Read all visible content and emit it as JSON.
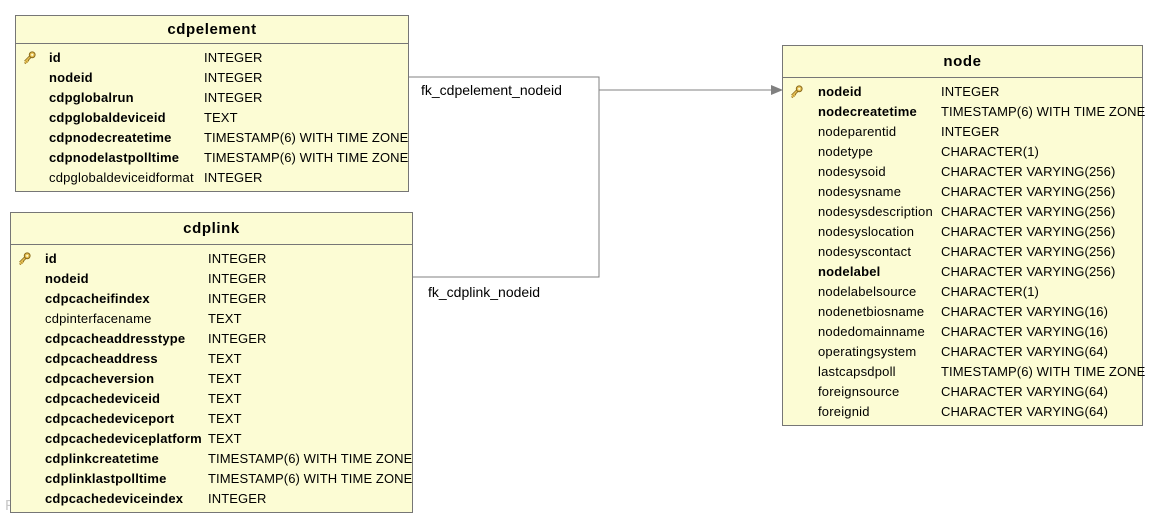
{
  "diagram": {
    "watermark": "Powered by yFiles",
    "colors": {
      "table_fill": "#fcfcd4",
      "table_border": "#767676",
      "edge_line": "#808080",
      "key_gold": "#e6c054"
    },
    "relationships": [
      {
        "label": "fk_cdpelement_nodeid",
        "from_table": "cdpelement",
        "to_table": "node"
      },
      {
        "label": "fk_cdplink_nodeid",
        "from_table": "cdplink",
        "to_table": "node"
      }
    ]
  },
  "tables": {
    "cdpelement": {
      "title": "cdpelement",
      "columns": [
        {
          "name": "id",
          "type": "INTEGER",
          "key": true,
          "required": true
        },
        {
          "name": "nodeid",
          "type": "INTEGER",
          "key": false,
          "required": true
        },
        {
          "name": "cdpglobalrun",
          "type": "INTEGER",
          "key": false,
          "required": true
        },
        {
          "name": "cdpglobaldeviceid",
          "type": "TEXT",
          "key": false,
          "required": true
        },
        {
          "name": "cdpnodecreatetime",
          "type": "TIMESTAMP(6) WITH TIME ZONE",
          "key": false,
          "required": true
        },
        {
          "name": "cdpnodelastpolltime",
          "type": "TIMESTAMP(6) WITH TIME ZONE",
          "key": false,
          "required": true
        },
        {
          "name": "cdpglobaldeviceidformat",
          "type": "INTEGER",
          "key": false,
          "required": false
        }
      ]
    },
    "cdplink": {
      "title": "cdplink",
      "columns": [
        {
          "name": "id",
          "type": "INTEGER",
          "key": true,
          "required": true
        },
        {
          "name": "nodeid",
          "type": "INTEGER",
          "key": false,
          "required": true
        },
        {
          "name": "cdpcacheifindex",
          "type": "INTEGER",
          "key": false,
          "required": true
        },
        {
          "name": "cdpinterfacename",
          "type": "TEXT",
          "key": false,
          "required": false
        },
        {
          "name": "cdpcacheaddresstype",
          "type": "INTEGER",
          "key": false,
          "required": true
        },
        {
          "name": "cdpcacheaddress",
          "type": "TEXT",
          "key": false,
          "required": true
        },
        {
          "name": "cdpcacheversion",
          "type": "TEXT",
          "key": false,
          "required": true
        },
        {
          "name": "cdpcachedeviceid",
          "type": "TEXT",
          "key": false,
          "required": true
        },
        {
          "name": "cdpcachedeviceport",
          "type": "TEXT",
          "key": false,
          "required": true
        },
        {
          "name": "cdpcachedeviceplatform",
          "type": "TEXT",
          "key": false,
          "required": true
        },
        {
          "name": "cdplinkcreatetime",
          "type": "TIMESTAMP(6) WITH TIME ZONE",
          "key": false,
          "required": true
        },
        {
          "name": "cdplinklastpolltime",
          "type": "TIMESTAMP(6) WITH TIME ZONE",
          "key": false,
          "required": true
        },
        {
          "name": "cdpcachedeviceindex",
          "type": "INTEGER",
          "key": false,
          "required": true
        }
      ]
    },
    "node": {
      "title": "node",
      "columns": [
        {
          "name": "nodeid",
          "type": "INTEGER",
          "key": true,
          "required": true
        },
        {
          "name": "nodecreatetime",
          "type": "TIMESTAMP(6) WITH TIME ZONE",
          "key": false,
          "required": true
        },
        {
          "name": "nodeparentid",
          "type": "INTEGER",
          "key": false,
          "required": false
        },
        {
          "name": "nodetype",
          "type": "CHARACTER(1)",
          "key": false,
          "required": false
        },
        {
          "name": "nodesysoid",
          "type": "CHARACTER VARYING(256)",
          "key": false,
          "required": false
        },
        {
          "name": "nodesysname",
          "type": "CHARACTER VARYING(256)",
          "key": false,
          "required": false
        },
        {
          "name": "nodesysdescription",
          "type": "CHARACTER VARYING(256)",
          "key": false,
          "required": false
        },
        {
          "name": "nodesyslocation",
          "type": "CHARACTER VARYING(256)",
          "key": false,
          "required": false
        },
        {
          "name": "nodesyscontact",
          "type": "CHARACTER VARYING(256)",
          "key": false,
          "required": false
        },
        {
          "name": "nodelabel",
          "type": "CHARACTER VARYING(256)",
          "key": false,
          "required": true
        },
        {
          "name": "nodelabelsource",
          "type": "CHARACTER(1)",
          "key": false,
          "required": false
        },
        {
          "name": "nodenetbiosname",
          "type": "CHARACTER VARYING(16)",
          "key": false,
          "required": false
        },
        {
          "name": "nodedomainname",
          "type": "CHARACTER VARYING(16)",
          "key": false,
          "required": false
        },
        {
          "name": "operatingsystem",
          "type": "CHARACTER VARYING(64)",
          "key": false,
          "required": false
        },
        {
          "name": "lastcapsdpoll",
          "type": "TIMESTAMP(6) WITH TIME ZONE",
          "key": false,
          "required": false
        },
        {
          "name": "foreignsource",
          "type": "CHARACTER VARYING(64)",
          "key": false,
          "required": false
        },
        {
          "name": "foreignid",
          "type": "CHARACTER VARYING(64)",
          "key": false,
          "required": false
        }
      ]
    }
  }
}
